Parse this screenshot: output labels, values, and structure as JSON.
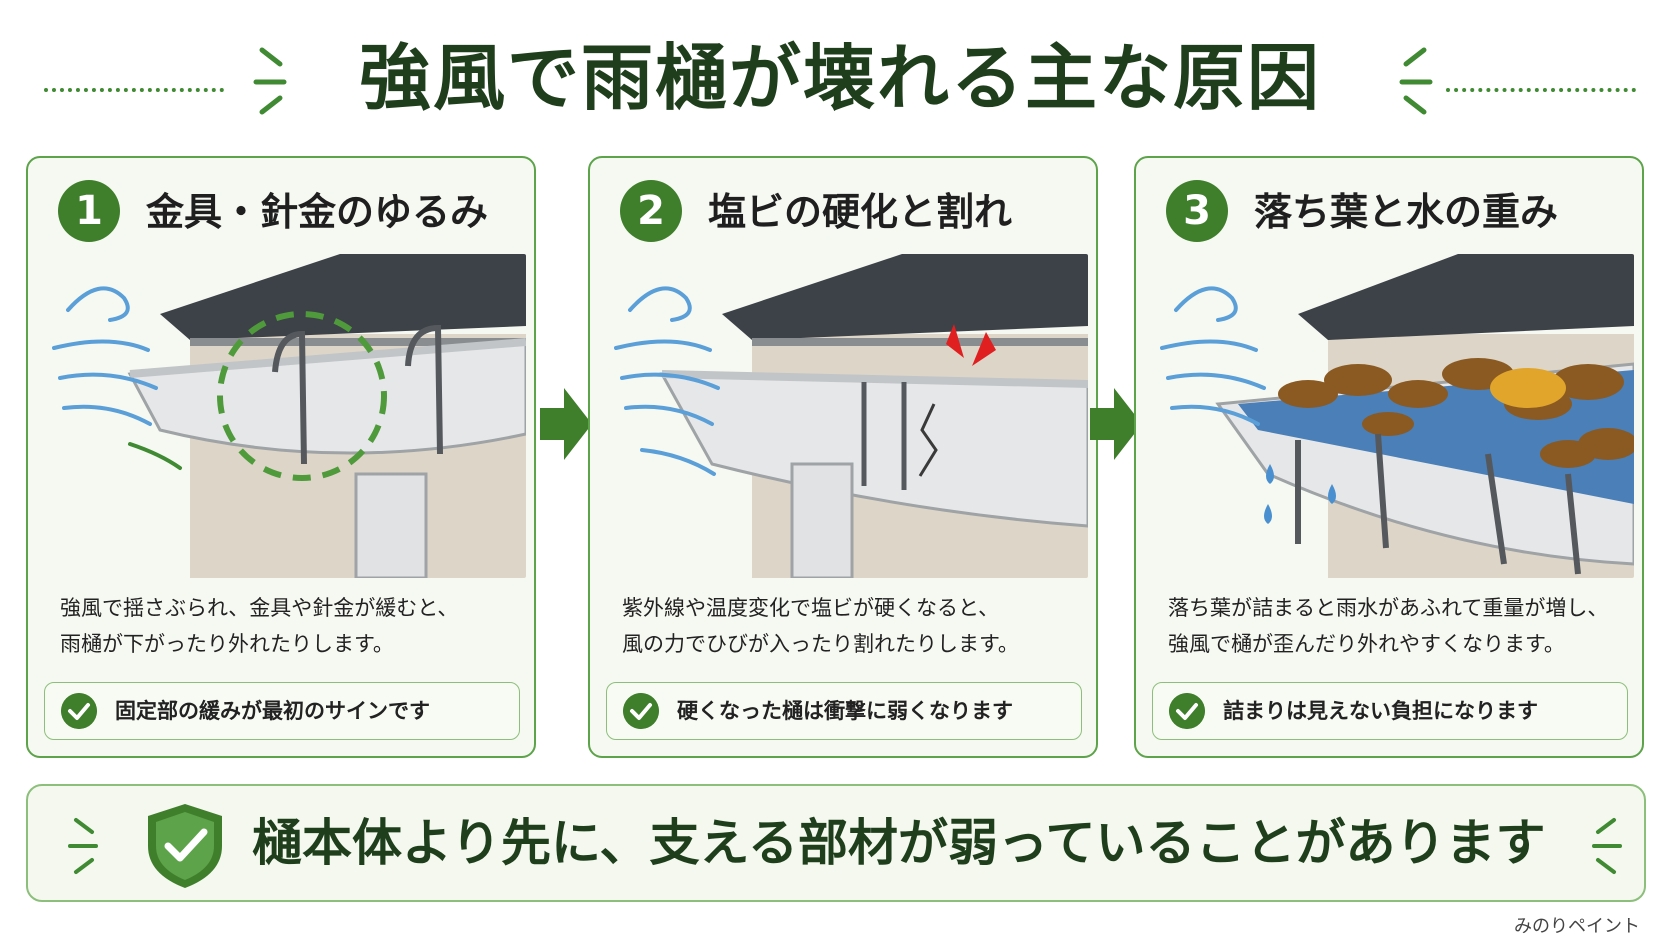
{
  "title": "強風で雨樋が壊れる主な原因",
  "colors": {
    "accent": "#3f7f2c",
    "border": "#5da34a",
    "roof": "#3d4148",
    "wall": "#ddd6c8",
    "wind": "#5a9fd8"
  },
  "cards": [
    {
      "number": "1",
      "title": "金具・針金のゆるみ",
      "desc": [
        "強風で揺さぶられ、金具や針金が緩むと、",
        "雨樋が下がったり外れたりします。"
      ],
      "check": "固定部の緩みが最初のサインです"
    },
    {
      "number": "2",
      "title": "塩ビの硬化と割れ",
      "desc": [
        "紫外線や温度変化で塩ビが硬くなると、",
        "風の力でひびが入ったり割れたりします。"
      ],
      "check": "硬くなった樋は衝撃に弱くなります"
    },
    {
      "number": "3",
      "title": "落ち葉と水の重み",
      "desc": [
        "落ち葉が詰まると雨水があふれて重量が増し、",
        "強風で樋が歪んだり外れやすくなります。"
      ],
      "check": "詰まりは見えない負担になります"
    }
  ],
  "banner": "樋本体より先に、支える部材が弱っていることがあります",
  "credit": "みのりペイント",
  "icons": [
    "wind-icon",
    "check-circle-icon",
    "shield-check-icon",
    "arrow-right-icon"
  ]
}
